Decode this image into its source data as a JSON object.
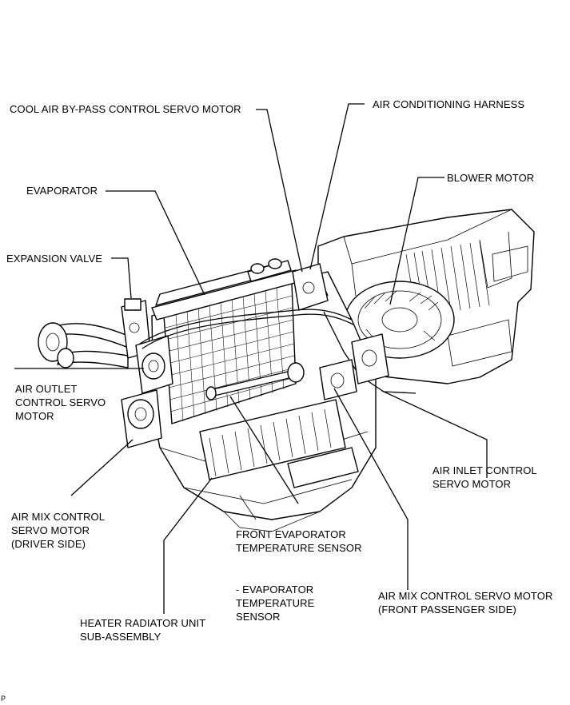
{
  "labels": {
    "cool_air_bypass": "COOL AIR BY-PASS CONTROL SERVO MOTOR",
    "ac_harness": "AIR CONDITIONING HARNESS",
    "evaporator": "EVAPORATOR",
    "blower_motor": "BLOWER MOTOR",
    "expansion_valve": "EXPANSION VALVE",
    "air_outlet": "AIR OUTLET\nCONTROL SERVO\nMOTOR",
    "air_inlet": "AIR INLET CONTROL\nSERVO MOTOR",
    "air_mix_driver": "AIR MIX CONTROL\nSERVO MOTOR\n(DRIVER SIDE)",
    "front_evap_sensor": "FRONT EVAPORATOR\nTEMPERATURE SENSOR",
    "evap_sensor_alt": "- EVAPORATOR\nTEMPERATURE\nSENSOR",
    "air_mix_passenger": "AIR MIX CONTROL SERVO MOTOR\n(FRONT PASSENGER SIDE)",
    "heater_radiator": "HEATER RADIATOR UNIT\nSUB-ASSEMBLY",
    "figure_code": "P"
  }
}
